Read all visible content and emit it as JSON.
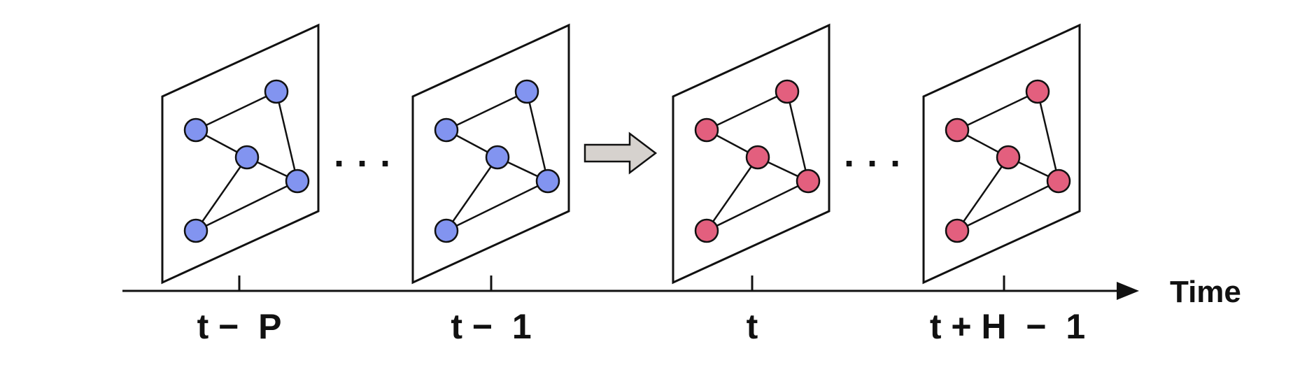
{
  "axis_label": "Time",
  "ellipsis": "· · ·",
  "colors": {
    "past_node": "#8294f0",
    "future_node": "#e35f7e",
    "stroke": "#111111",
    "arrow_fill": "#d6d2ce"
  },
  "frames": [
    {
      "label": "t −  P",
      "group": "past"
    },
    {
      "label": "t −  1",
      "group": "past"
    },
    {
      "label": "t",
      "group": "future"
    },
    {
      "label": "t + H  −  1",
      "group": "future"
    }
  ]
}
